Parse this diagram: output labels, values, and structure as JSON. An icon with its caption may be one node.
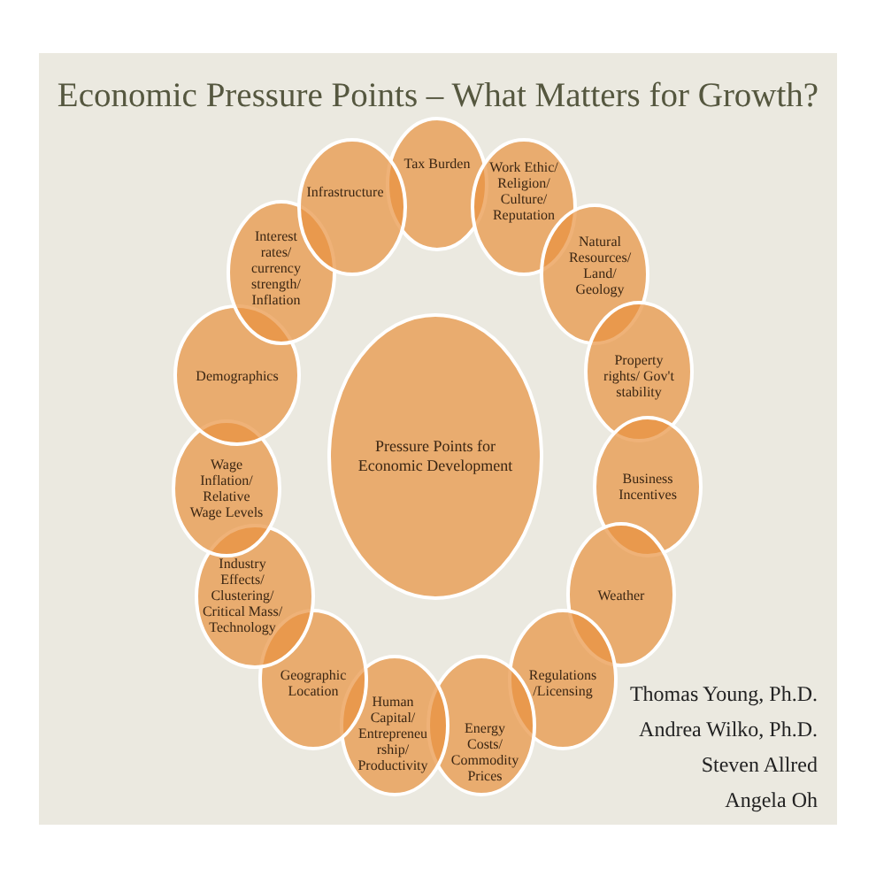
{
  "diagram": {
    "title": "Economic Pressure Points – What Matters for Growth?",
    "nodes": [
      {
        "text": [
          "Pressure Points for Economic Development"
        ]
      },
      {
        "text": [
          "Tax Burden"
        ]
      },
      {
        "text": [
          "Work Ethic/ Religion/ Culture/ Reputation"
        ]
      },
      {
        "text": [
          "Natural Resources/ Land/ Geology"
        ]
      },
      {
        "text": [
          "Property rights/ Gov't stability"
        ]
      },
      {
        "text": [
          "Business Incentives"
        ]
      },
      {
        "text": [
          "Weather"
        ]
      },
      {
        "text": [
          "Regulations /Licensing"
        ]
      },
      {
        "text": [
          "Energy Costs/ Commodity Prices"
        ]
      },
      {
        "text": [
          "Human Capital/ Entrepreneurship/ Productivity"
        ]
      },
      {
        "text": [
          "Geographic Location"
        ]
      },
      {
        "text": [
          "Industry Effects/ Clustering/ Critical Mass/ Technology"
        ]
      },
      {
        "text": [
          "Wage Inflation/ Relative Wage Levels"
        ]
      },
      {
        "text": [
          "Demographics"
        ]
      },
      {
        "text": [
          "Interest rates/ currency strength/ Inflation"
        ]
      },
      {
        "text": [
          "Infrastructure"
        ]
      }
    ],
    "labels": [
      "Thomas Young, Ph.D.",
      "Andrea Wilko, Ph.D.",
      "Steven Allred",
      "Angela Oh"
    ]
  }
}
